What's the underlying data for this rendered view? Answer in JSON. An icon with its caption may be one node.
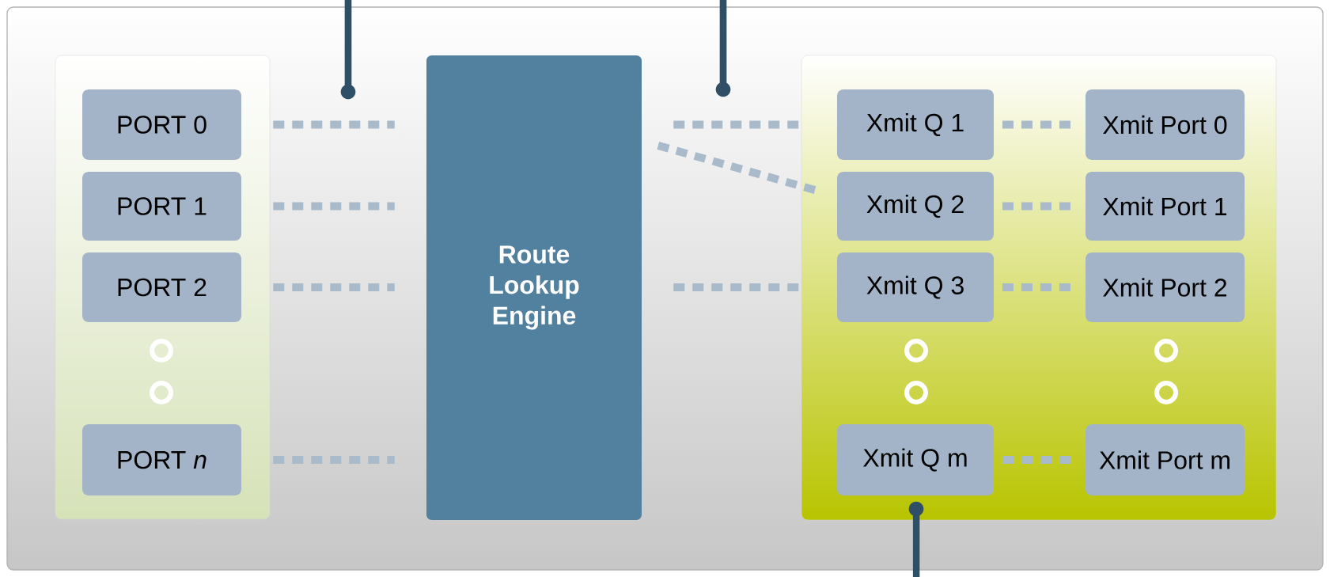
{
  "diagram": {
    "nodes": [
      {
        "text": [],
        "shape": "box"
      },
      {
        "text": [
          "PORT 0"
        ],
        "in": 0
      },
      {
        "text": [
          "PORT 1"
        ],
        "in": 0
      },
      {
        "text": [
          "PORT 2"
        ],
        "in": 0
      },
      {
        "text": [
          "PORT *n*"
        ],
        "in": 0
      },
      {
        "text": [
          "Route Lookup Engine"
        ]
      },
      {
        "text": [],
        "shape": "box"
      },
      {
        "text": [
          "Xmit Q 1"
        ],
        "in": 6
      },
      {
        "text": [
          "Xmit Port 0"
        ],
        "in": 6
      },
      {
        "text": [
          "Xmit Q 2"
        ],
        "in": 6
      },
      {
        "text": [
          "Xmit Port 1"
        ],
        "in": 6
      },
      {
        "text": [
          "Xmit Q 3"
        ],
        "in": 6
      },
      {
        "text": [
          "Xmit Port 2"
        ],
        "in": 6
      },
      {
        "text": [
          "Xmit Q m"
        ],
        "in": 6
      },
      {
        "text": [
          "Xmit Port m"
        ],
        "in": 6
      }
    ],
    "edges": [
      {
        "from": 1,
        "to": 5,
        "arrow": "none",
        "style": "dashed"
      },
      {
        "from": 2,
        "to": 5,
        "arrow": "none",
        "style": "dashed"
      },
      {
        "from": 3,
        "to": 5,
        "arrow": "none",
        "style": "dashed"
      },
      {
        "from": 4,
        "to": 5,
        "arrow": "none",
        "style": "dashed"
      },
      {
        "from": 5,
        "to": 7,
        "arrow": "none",
        "style": "dashed"
      },
      {
        "from": 5,
        "to": 9,
        "arrow": "none",
        "style": "dashed"
      },
      {
        "from": 5,
        "to": 11,
        "arrow": "none",
        "style": "dashed"
      },
      {
        "from": 7,
        "to": 8,
        "arrow": "none",
        "style": "dashed"
      },
      {
        "from": 9,
        "to": 10,
        "arrow": "none",
        "style": "dashed"
      },
      {
        "from": 11,
        "to": 12,
        "arrow": "none",
        "style": "dashed"
      },
      {
        "from": 13,
        "to": 14,
        "arrow": "none",
        "style": "dashed"
      }
    ]
  }
}
